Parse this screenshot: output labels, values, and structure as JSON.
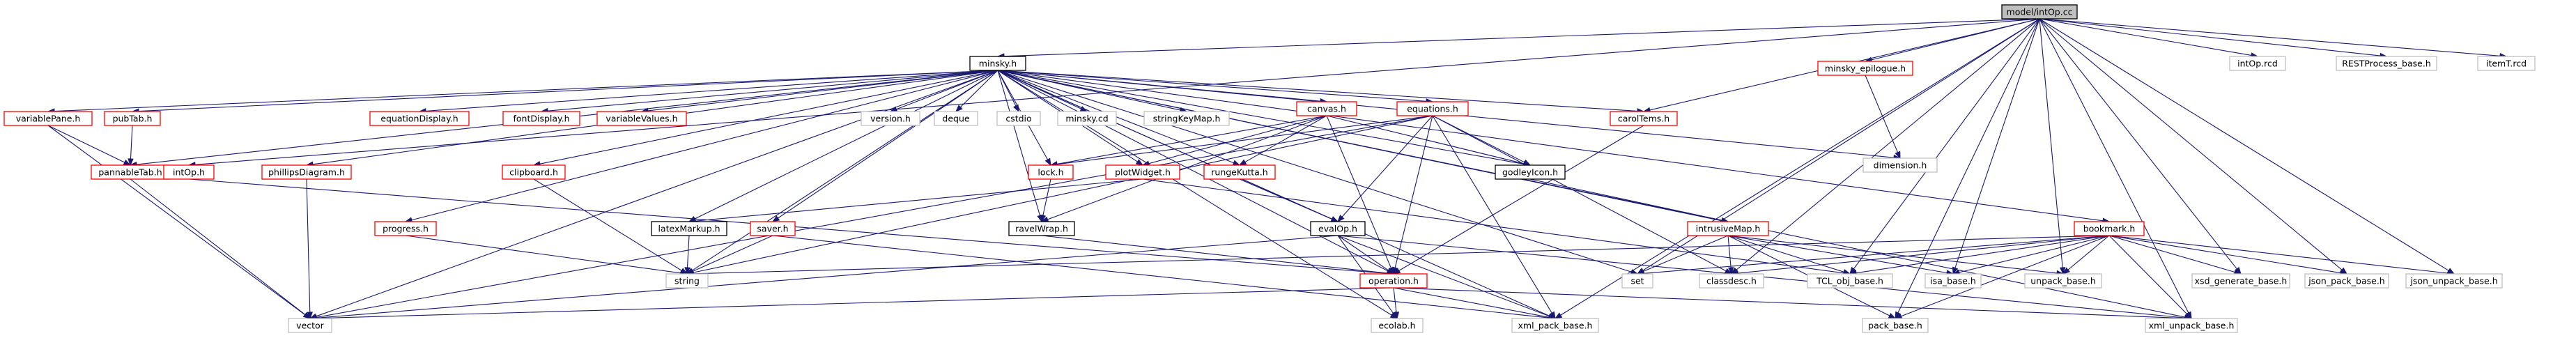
{
  "diagram": {
    "colors": {
      "root_fill": "#bfbfbf",
      "root_border": "#000000",
      "documented_border": "#ff0000",
      "external_border": "#bfbfbf",
      "edge": "#191970"
    },
    "root": "model/intOp.cc",
    "nodes": [
      {
        "id": "intOpcc",
        "label": "model/intOp.cc",
        "kind": "root"
      },
      {
        "id": "minsky_h",
        "label": "minsky.h",
        "kind": "internal"
      },
      {
        "id": "minsky_epilogue_h",
        "label": "minsky_epilogue.h",
        "kind": "documented"
      },
      {
        "id": "dimension_h",
        "label": "dimension.h",
        "kind": "external"
      },
      {
        "id": "intOp_rcd",
        "label": "intOp.rcd",
        "kind": "external"
      },
      {
        "id": "RESTProcess_base_h",
        "label": "RESTProcess_base.h",
        "kind": "external"
      },
      {
        "id": "itemT_rcd",
        "label": "itemT.rcd",
        "kind": "external"
      },
      {
        "id": "variablePane_h",
        "label": "variablePane.h",
        "kind": "documented"
      },
      {
        "id": "pubTab_h",
        "label": "pubTab.h",
        "kind": "documented"
      },
      {
        "id": "pannableTab_h",
        "label": "pannableTab.h",
        "kind": "documented"
      },
      {
        "id": "intOp_h",
        "label": "intOp.h",
        "kind": "documented"
      },
      {
        "id": "phillipsDiagram_h",
        "label": "phillipsDiagram.h",
        "kind": "documented"
      },
      {
        "id": "equationDisplay_h",
        "label": "equationDisplay.h",
        "kind": "documented"
      },
      {
        "id": "fontDisplay_h",
        "label": "fontDisplay.h",
        "kind": "documented"
      },
      {
        "id": "variableValues_h",
        "label": "variableValues.h",
        "kind": "documented"
      },
      {
        "id": "progress_h",
        "label": "progress.h",
        "kind": "documented"
      },
      {
        "id": "clipboard_h",
        "label": "clipboard.h",
        "kind": "documented"
      },
      {
        "id": "version_h",
        "label": "version.h",
        "kind": "external"
      },
      {
        "id": "deque",
        "label": "deque",
        "kind": "external"
      },
      {
        "id": "cstdio",
        "label": "cstdio",
        "kind": "external"
      },
      {
        "id": "minsky_cd",
        "label": "minsky.cd",
        "kind": "external"
      },
      {
        "id": "stringKeyMap_h",
        "label": "stringKeyMap.h",
        "kind": "external"
      },
      {
        "id": "canvas_h",
        "label": "canvas.h",
        "kind": "documented"
      },
      {
        "id": "lock_h",
        "label": "lock.h",
        "kind": "documented"
      },
      {
        "id": "plotWidget_h",
        "label": "plotWidget.h",
        "kind": "documented"
      },
      {
        "id": "rungeKutta_h",
        "label": "rungeKutta.h",
        "kind": "documented"
      },
      {
        "id": "equations_h",
        "label": "equations.h",
        "kind": "documented"
      },
      {
        "id": "godleyIcon_h",
        "label": "godleyIcon.h",
        "kind": "internal"
      },
      {
        "id": "carolTems_h",
        "label": "carolTems.h",
        "kind": "documented"
      },
      {
        "id": "latexMarkup_h",
        "label": "latexMarkup.h",
        "kind": "internal"
      },
      {
        "id": "saver_h",
        "label": "saver.h",
        "kind": "documented"
      },
      {
        "id": "ravelWrap_h",
        "label": "ravelWrap.h",
        "kind": "internal"
      },
      {
        "id": "evalOp_h",
        "label": "evalOp.h",
        "kind": "internal"
      },
      {
        "id": "intrusiveMap_h",
        "label": "intrusiveMap.h",
        "kind": "documented"
      },
      {
        "id": "bookmark_h",
        "label": "bookmark.h",
        "kind": "documented"
      },
      {
        "id": "operation_h",
        "label": "operation.h",
        "kind": "documented"
      },
      {
        "id": "string",
        "label": "string",
        "kind": "external"
      },
      {
        "id": "set",
        "label": "set",
        "kind": "external"
      },
      {
        "id": "classdesc_h",
        "label": "classdesc.h",
        "kind": "external"
      },
      {
        "id": "TCL_obj_base_h",
        "label": "TCL_obj_base.h",
        "kind": "external"
      },
      {
        "id": "isa_base_h",
        "label": "isa_base.h",
        "kind": "external"
      },
      {
        "id": "unpack_base_h",
        "label": "unpack_base.h",
        "kind": "external"
      },
      {
        "id": "xsd_generate_base_h",
        "label": "xsd_generate_base.h",
        "kind": "external"
      },
      {
        "id": "json_pack_base_h",
        "label": "json_pack_base.h",
        "kind": "external"
      },
      {
        "id": "json_unpack_base_h",
        "label": "json_unpack_base.h",
        "kind": "external"
      },
      {
        "id": "vector",
        "label": "vector",
        "kind": "external"
      },
      {
        "id": "ecolab_h",
        "label": "ecolab.h",
        "kind": "external"
      },
      {
        "id": "xml_pack_base_h",
        "label": "xml_pack_base.h",
        "kind": "external"
      },
      {
        "id": "pack_base_h",
        "label": "pack_base.h",
        "kind": "external"
      },
      {
        "id": "xml_unpack_base_h",
        "label": "xml_unpack_base.h",
        "kind": "external"
      }
    ],
    "edges": [
      [
        "intOpcc",
        "minsky_h"
      ],
      [
        "intOpcc",
        "minsky_epilogue_h"
      ],
      [
        "intOpcc",
        "intOp_rcd"
      ],
      [
        "intOpcc",
        "RESTProcess_base_h"
      ],
      [
        "intOpcc",
        "itemT_rcd"
      ],
      [
        "intOpcc",
        "intOp_h"
      ],
      [
        "intOpcc",
        "carolTems_h"
      ],
      [
        "intOpcc",
        "set"
      ],
      [
        "intOpcc",
        "classdesc_h"
      ],
      [
        "intOpcc",
        "TCL_obj_base_h"
      ],
      [
        "intOpcc",
        "isa_base_h"
      ],
      [
        "intOpcc",
        "unpack_base_h"
      ],
      [
        "intOpcc",
        "xsd_generate_base_h"
      ],
      [
        "intOpcc",
        "json_pack_base_h"
      ],
      [
        "intOpcc",
        "json_unpack_base_h"
      ],
      [
        "intOpcc",
        "xml_pack_base_h"
      ],
      [
        "intOpcc",
        "pack_base_h"
      ],
      [
        "intOpcc",
        "xml_unpack_base_h"
      ],
      [
        "minsky_epilogue_h",
        "dimension_h"
      ],
      [
        "minsky_h",
        "variablePane_h"
      ],
      [
        "minsky_h",
        "pubTab_h"
      ],
      [
        "minsky_h",
        "pannableTab_h"
      ],
      [
        "minsky_h",
        "phillipsDiagram_h"
      ],
      [
        "minsky_h",
        "equationDisplay_h"
      ],
      [
        "minsky_h",
        "fontDisplay_h"
      ],
      [
        "minsky_h",
        "variableValues_h"
      ],
      [
        "minsky_h",
        "progress_h"
      ],
      [
        "minsky_h",
        "clipboard_h"
      ],
      [
        "minsky_h",
        "version_h"
      ],
      [
        "minsky_h",
        "deque"
      ],
      [
        "minsky_h",
        "cstdio"
      ],
      [
        "minsky_h",
        "minsky_cd"
      ],
      [
        "minsky_h",
        "stringKeyMap_h"
      ],
      [
        "minsky_h",
        "canvas_h"
      ],
      [
        "minsky_h",
        "lock_h"
      ],
      [
        "minsky_h",
        "plotWidget_h"
      ],
      [
        "minsky_h",
        "rungeKutta_h"
      ],
      [
        "minsky_h",
        "equations_h"
      ],
      [
        "minsky_h",
        "godleyIcon_h"
      ],
      [
        "minsky_h",
        "carolTems_h"
      ],
      [
        "minsky_h",
        "latexMarkup_h"
      ],
      [
        "minsky_h",
        "saver_h"
      ],
      [
        "minsky_h",
        "ravelWrap_h"
      ],
      [
        "minsky_h",
        "evalOp_h"
      ],
      [
        "minsky_h",
        "intrusiveMap_h"
      ],
      [
        "minsky_h",
        "bookmark_h"
      ],
      [
        "minsky_h",
        "dimension_h"
      ],
      [
        "minsky_h",
        "operation_h"
      ],
      [
        "minsky_h",
        "string"
      ],
      [
        "minsky_h",
        "vector"
      ],
      [
        "minsky_h",
        "ecolab_h"
      ],
      [
        "minsky_h",
        "xml_pack_base_h"
      ],
      [
        "minsky_h",
        "set"
      ],
      [
        "minsky_h",
        "xml_unpack_base_h"
      ],
      [
        "variablePane_h",
        "pannableTab_h"
      ],
      [
        "variablePane_h",
        "vector"
      ],
      [
        "pubTab_h",
        "pannableTab_h"
      ],
      [
        "pannableTab_h",
        "vector"
      ],
      [
        "intOp_h",
        "operation_h"
      ],
      [
        "phillipsDiagram_h",
        "vector"
      ],
      [
        "progress_h",
        "string"
      ],
      [
        "clipboard_h",
        "string"
      ],
      [
        "canvas_h",
        "lock_h"
      ],
      [
        "canvas_h",
        "plotWidget_h"
      ],
      [
        "canvas_h",
        "rungeKutta_h"
      ],
      [
        "canvas_h",
        "godleyIcon_h"
      ],
      [
        "canvas_h",
        "ravelWrap_h"
      ],
      [
        "canvas_h",
        "operation_h"
      ],
      [
        "lock_h",
        "ravelWrap_h"
      ],
      [
        "plotWidget_h",
        "latexMarkup_h"
      ],
      [
        "plotWidget_h",
        "TCL_obj_base_h"
      ],
      [
        "rungeKutta_h",
        "evalOp_h"
      ],
      [
        "equations_h",
        "lock_h"
      ],
      [
        "equations_h",
        "godleyIcon_h"
      ],
      [
        "equations_h",
        "evalOp_h"
      ],
      [
        "equations_h",
        "operation_h"
      ],
      [
        "equations_h",
        "string"
      ],
      [
        "equations_h",
        "vector"
      ],
      [
        "equations_h",
        "classdesc_h"
      ],
      [
        "equations_h",
        "xml_pack_base_h"
      ],
      [
        "godleyIcon_h",
        "intrusiveMap_h"
      ],
      [
        "carolTems_h",
        "operation_h"
      ],
      [
        "latexMarkup_h",
        "string"
      ],
      [
        "saver_h",
        "string"
      ],
      [
        "saver_h",
        "xml_pack_base_h"
      ],
      [
        "ravelWrap_h",
        "operation_h"
      ],
      [
        "evalOp_h",
        "operation_h"
      ],
      [
        "evalOp_h",
        "vector"
      ],
      [
        "evalOp_h",
        "ecolab_h"
      ],
      [
        "evalOp_h",
        "xml_pack_base_h"
      ],
      [
        "evalOp_h",
        "xml_unpack_base_h"
      ],
      [
        "intrusiveMap_h",
        "set"
      ],
      [
        "intrusiveMap_h",
        "classdesc_h"
      ],
      [
        "intrusiveMap_h",
        "TCL_obj_base_h"
      ],
      [
        "intrusiveMap_h",
        "isa_base_h"
      ],
      [
        "intrusiveMap_h",
        "unpack_base_h"
      ],
      [
        "intrusiveMap_h",
        "pack_base_h"
      ],
      [
        "bookmark_h",
        "string"
      ],
      [
        "bookmark_h",
        "set"
      ],
      [
        "bookmark_h",
        "classdesc_h"
      ],
      [
        "bookmark_h",
        "TCL_obj_base_h"
      ],
      [
        "bookmark_h",
        "isa_base_h"
      ],
      [
        "bookmark_h",
        "unpack_base_h"
      ],
      [
        "bookmark_h",
        "xsd_generate_base_h"
      ],
      [
        "bookmark_h",
        "json_pack_base_h"
      ],
      [
        "bookmark_h",
        "json_unpack_base_h"
      ],
      [
        "bookmark_h",
        "pack_base_h"
      ],
      [
        "bookmark_h",
        "xml_unpack_base_h"
      ],
      [
        "operation_h",
        "vector"
      ],
      [
        "operation_h",
        "ecolab_h"
      ],
      [
        "operation_h",
        "xml_pack_base_h"
      ],
      [
        "operation_h",
        "xml_unpack_base_h"
      ]
    ]
  }
}
